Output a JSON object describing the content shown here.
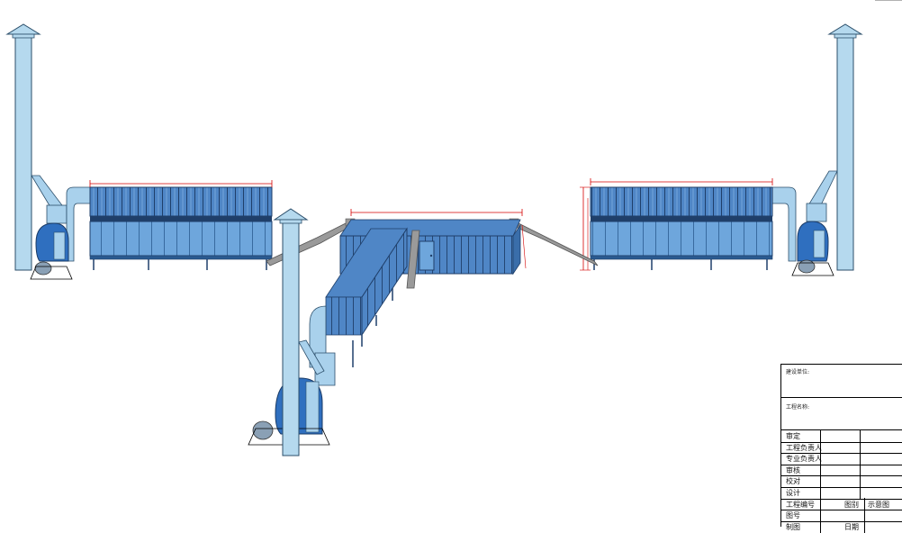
{
  "colors": {
    "stack": "#b5d9ee",
    "stack_outline": "#2c4f6b",
    "panel": "#4f86c6",
    "panel_dark": "#1f3f6a",
    "box_lower": "#6ea6dc",
    "duct": "#a9d1ec",
    "pipe": "#9a9a9a",
    "fan": "#2f6fbf",
    "motor": "#8aa0b5",
    "dimension": "#d40000"
  },
  "title_block": {
    "construction_unit_label": "建设单位:",
    "project_name_label": "工程名称:",
    "rows": [
      {
        "label": "审定",
        "col2": "",
        "col3": ""
      },
      {
        "label": "工程负责人",
        "col2": "",
        "col3": ""
      },
      {
        "label": "专业负责人",
        "col2": "",
        "col3": ""
      },
      {
        "label": "审核",
        "col2": "",
        "col3": ""
      },
      {
        "label": "校对",
        "col2": "",
        "col3": ""
      },
      {
        "label": "设计",
        "col2": "",
        "col3": ""
      },
      {
        "label": "工程编号",
        "col2": "图别",
        "col3": "示意图"
      },
      {
        "label": "图号",
        "col2": "",
        "col3": ""
      },
      {
        "label": "制图",
        "col2": "日期",
        "col3": ""
      }
    ]
  }
}
